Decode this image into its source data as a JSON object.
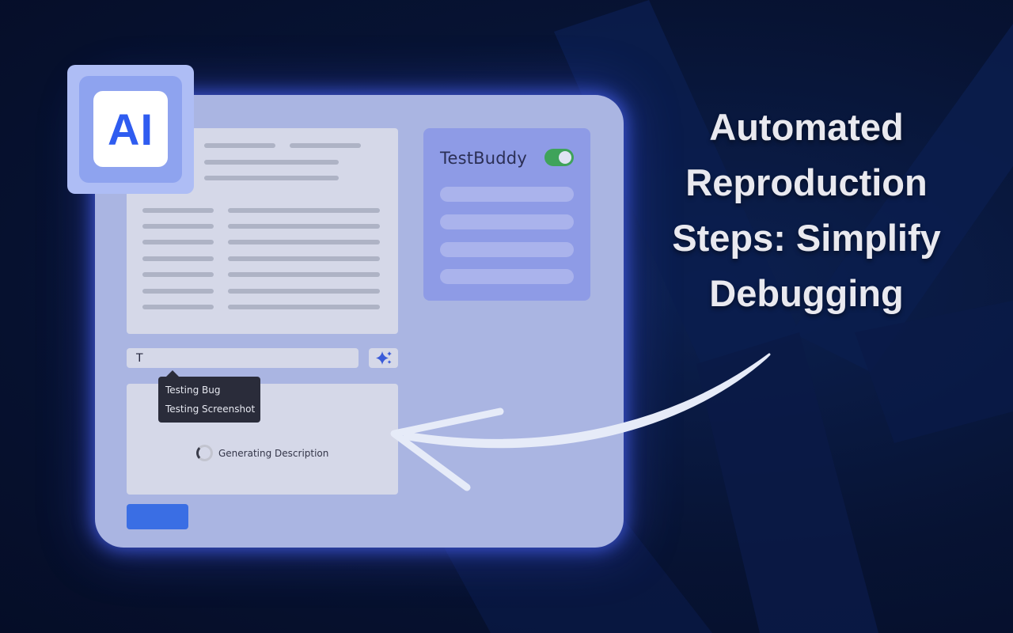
{
  "headline": {
    "lines": [
      "Automated",
      "Reproduction",
      "Steps: Simplify",
      "Debugging"
    ]
  },
  "ai_badge": {
    "label": "AI"
  },
  "widget": {
    "title": "TestBuddy",
    "toggle_on": true
  },
  "bug_input": {
    "value": "T"
  },
  "suggestions": {
    "items": [
      "Testing Bug",
      "Testing Screenshot"
    ]
  },
  "status": {
    "text": "Generating Description"
  },
  "colors": {
    "background": "#071333",
    "panel": "#aab5e2",
    "accent": "#3a6ee4",
    "toggle": "#3fa35a",
    "ai_text": "#2f5cf0"
  },
  "icons": {
    "ai_generate": "sparkle-icon",
    "loading": "spinner-icon",
    "pointer": "curved-arrow-icon"
  }
}
